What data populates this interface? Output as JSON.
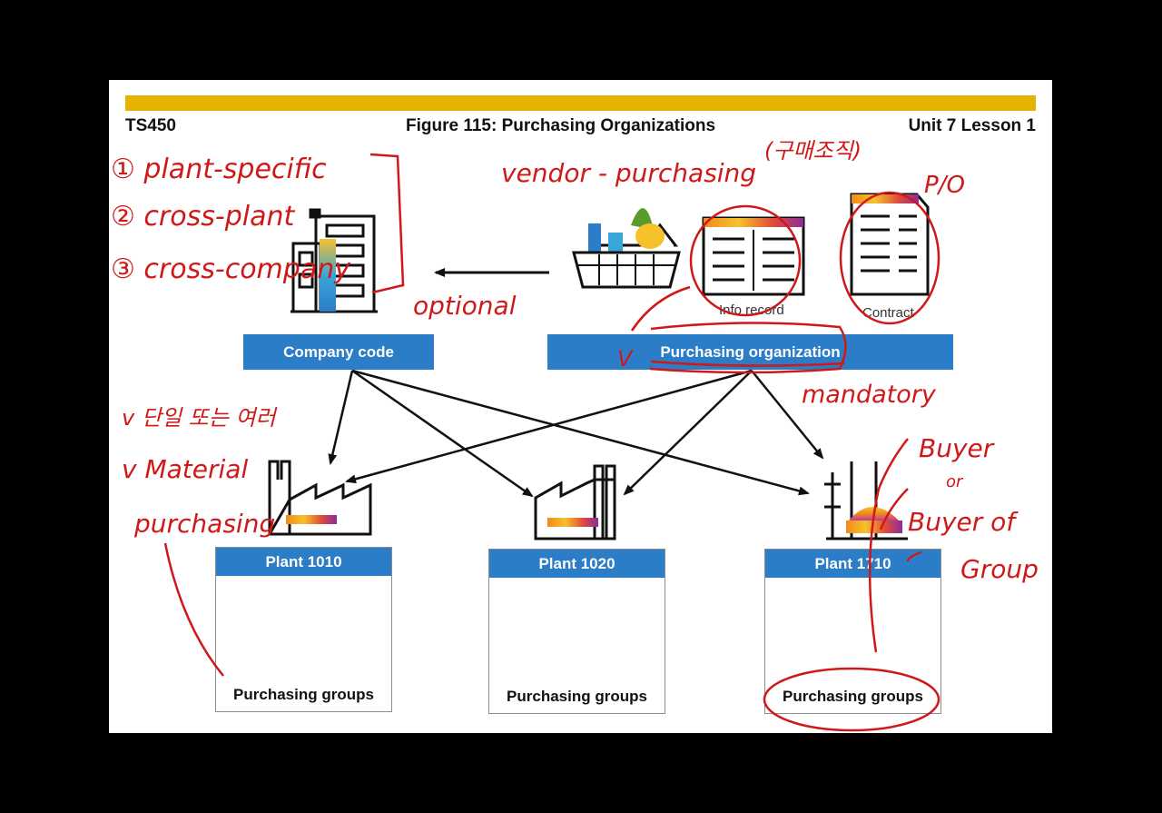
{
  "header": {
    "course": "TS450",
    "figure_title": "Figure 115: Purchasing Organizations",
    "unit": "Unit 7 Lesson 1"
  },
  "nodes": {
    "company_code": "Company code",
    "purchasing_org": "Purchasing organization",
    "info_record": "Info record",
    "contract": "Contract"
  },
  "plants": [
    {
      "name": "Plant 1010",
      "groups": "Purchasing groups"
    },
    {
      "name": "Plant 1020",
      "groups": "Purchasing groups"
    },
    {
      "name": "Plant 1710",
      "groups": "Purchasing groups"
    }
  ],
  "handwriting": {
    "line1": "① plant-specific",
    "line2": "② cross-plant",
    "line3": "③ cross-company",
    "optional": "optional",
    "vendor": "vendor - purchasing",
    "korean_note": "(구매조직)",
    "po": "P/O",
    "mandatory": "mandatory",
    "check_mark": "V",
    "korean_left": "v 단일 또는 여러",
    "material": "v Material",
    "purchasing": "purchasing",
    "buyer": "Buyer",
    "buyer_sub": "or",
    "buyer_group1": "Buyer of",
    "buyer_group2": "Group"
  },
  "colors": {
    "blue": "#2a7dc6",
    "gold": "#e6b200",
    "ink": "#d01818"
  }
}
